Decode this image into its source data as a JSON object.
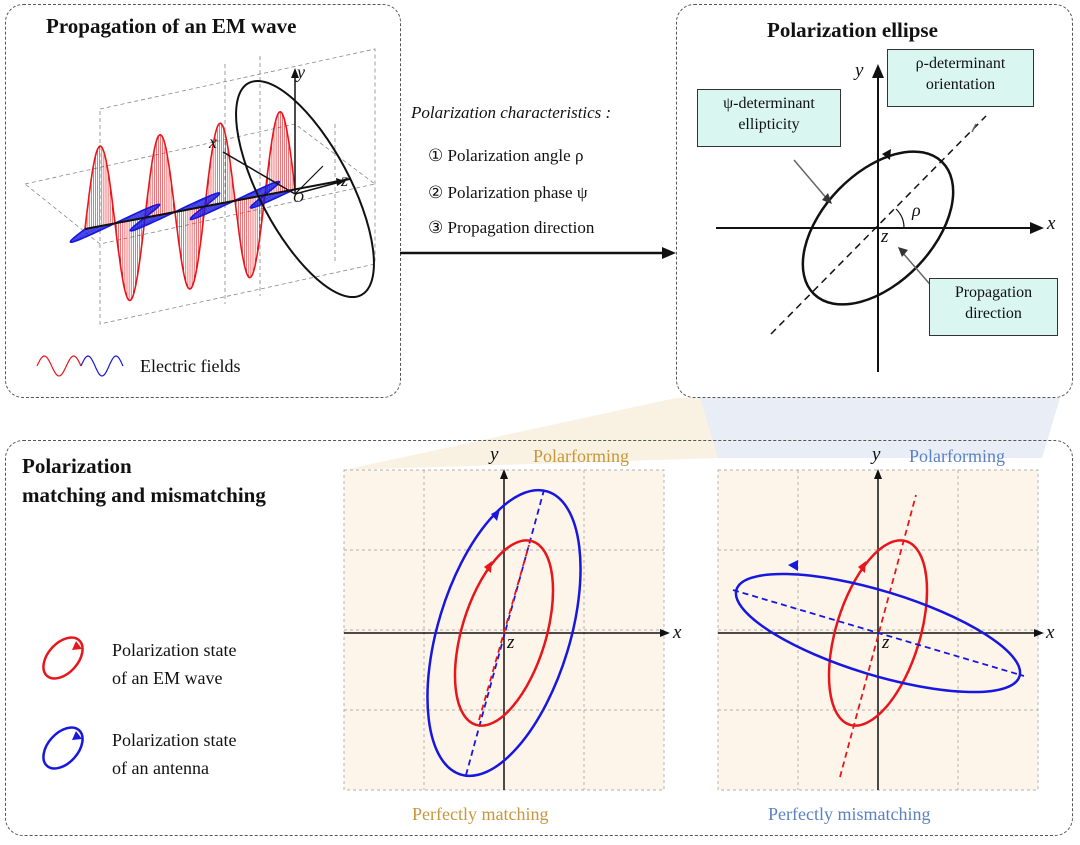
{
  "top_left": {
    "title": "Propagation of an EM wave",
    "legend_label": "Electric fields",
    "axis_x": "x",
    "axis_y": "y",
    "axis_z": "z",
    "origin": "O"
  },
  "middle": {
    "heading": "Polarization characteristics",
    "items": [
      "① Polarization angle ρ",
      "② Polarization phase ψ",
      "③ Propagation direction"
    ]
  },
  "top_right": {
    "title": "Polarization ellipse",
    "psi_box": [
      "ψ-determinant",
      "ellipticity"
    ],
    "rho_box": [
      "ρ-determinant",
      "orientation"
    ],
    "prop_box": [
      "Propagation",
      "direction"
    ],
    "axis_x": "x",
    "axis_y": "y",
    "axis_z": "z",
    "angle": "ρ"
  },
  "bottom": {
    "title_line1": "Polarization",
    "title_line2": "matching and mismatching",
    "legend": [
      {
        "line1": "Polarization state",
        "line2": "of an EM wave",
        "color": "#e8161b"
      },
      {
        "line1": "Polarization state",
        "line2": "of an antenna",
        "color": "#1717e0"
      }
    ],
    "left_panel": {
      "tag": "Polarforming",
      "caption": "Perfectly matching",
      "color": "#c8963c"
    },
    "right_panel": {
      "tag": "Polarforming",
      "caption": "Perfectly mismatching",
      "color": "#5b82c0"
    },
    "axis_x": "x",
    "axis_y": "y",
    "axis_z": "z"
  }
}
